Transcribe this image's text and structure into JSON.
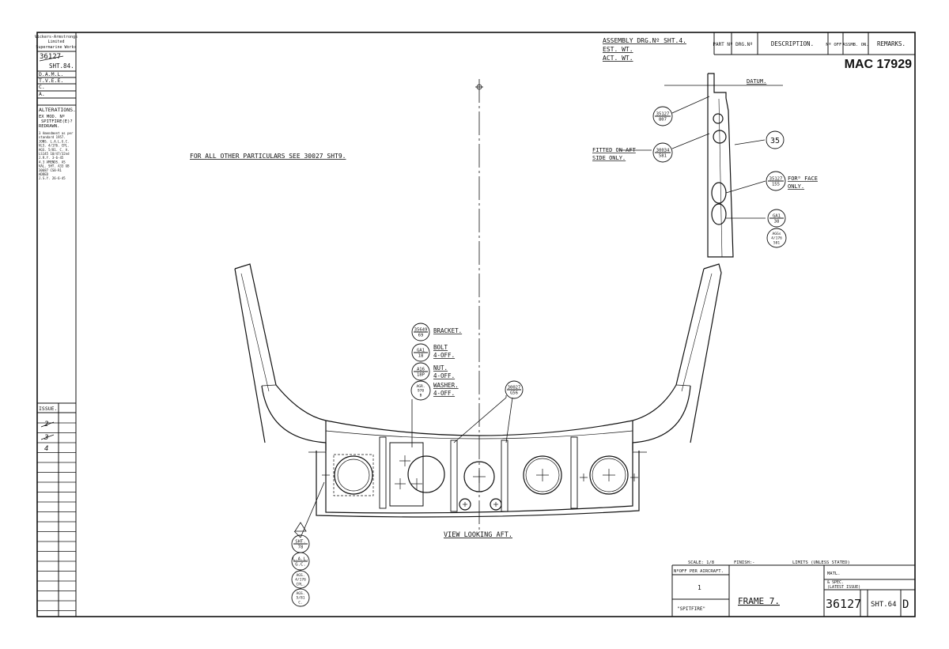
{
  "title_block": {
    "company": [
      "Vickers-Armstrongs",
      "Limited",
      "Supermarine Works"
    ],
    "ref_number": "36127",
    "ref_sheet": "SHT.84.",
    "approvals": [
      "D.A.M.L.",
      "T.V.E.E.",
      "C.",
      "A."
    ],
    "alterations_header": "ALTERATIONS.",
    "alterations_lines": [
      "EX MOD. Nº",
      "SPITFIRE(E)?",
      "REDRAWN."
    ],
    "alterations_notes": [
      "3 Amendment as per",
      "standard 1957.",
      "JONS. L.A.L.G.C.",
      "VLS. 4/176. CPL.",
      "AGS. 5/81. C. A.",
      "LS145 10/47/32nd",
      "J.R.Y. 3-6-45",
      "4.3 AMENDS. AS",
      "VAL. SHT. A33 GB",
      "30687 CS8-R1",
      "ADDED",
      "J.S.Y. 26-6-45"
    ],
    "issue_header": "ISSUE.",
    "issue_marks": [
      "2",
      "3",
      "4"
    ]
  },
  "header": {
    "assembly_lines": [
      "ASSEMBLY DRG.Nº SHT.4.",
      "EST. WT.",
      "ACT. WT."
    ],
    "columns": [
      "PART Nº",
      "DRG.Nº",
      "DESCRIPTION.",
      "Nº OFF.",
      "ASSMB. ON.",
      "REMARKS."
    ],
    "mac_number": "MAC 17929"
  },
  "notes": {
    "general": "FOR ALL OTHER PARTICULARS SEE 30027 SHT9.",
    "view_caption": "VIEW LOOKING AFT.",
    "datum_label": "DATUM.",
    "fitted_note": [
      "FITTED ON AFT",
      "SIDE ONLY."
    ],
    "fwd_face_note": [
      "FORᴰ FACE",
      "ONLY."
    ]
  },
  "callouts": {
    "side_35127_807": [
      "35127",
      "807"
    ],
    "side_30034_581": [
      "30034",
      "581"
    ],
    "item_35": "35",
    "side_35127_155": [
      "35127",
      "155"
    ],
    "side_ga1_38": [
      "GA1",
      "38"
    ],
    "side_aggs": [
      "AGGs",
      "4/176",
      "581"
    ],
    "c_35649_69": [
      "35649",
      "69"
    ],
    "bracket": "BRACKET.",
    "c_ga1_18": [
      "GA1",
      "18"
    ],
    "bolt": [
      "BOLT",
      "4-OFF."
    ],
    "c_a16_18p": [
      "A16",
      "18P"
    ],
    "nut": [
      "NUT.",
      "4-OFF."
    ],
    "c_agr": [
      "AGR.",
      "970",
      "B"
    ],
    "washer": [
      "WASHER.",
      "4-OFF."
    ],
    "c_30027": [
      "30027",
      "G56"
    ],
    "c_sht78": [
      "SHT.",
      "78"
    ],
    "c_lal": [
      "L.A.L.",
      "G.C."
    ],
    "c_ags_cpl": [
      "AGS.",
      "4/176",
      "CPL."
    ],
    "c_ags_c": [
      "AGS.",
      "5/81",
      "C."
    ]
  },
  "bottom_block": {
    "scale": "SCALE: 1/8",
    "finish": "FINISH:-",
    "limits": "LIMITS (UNLESS STATED)",
    "nr_off": "NºOFF PER AIRCRAFT.",
    "qty": "1",
    "aircraft": "\"SPITFIRE\"",
    "drawing_title": "FRAME 7.",
    "matl": "MATL.",
    "spec": [
      "& SPEC.",
      "(LATEST ISSUE)"
    ],
    "drawing_number": "36127",
    "sheet": "SHT.64",
    "issue_letter": "D"
  }
}
